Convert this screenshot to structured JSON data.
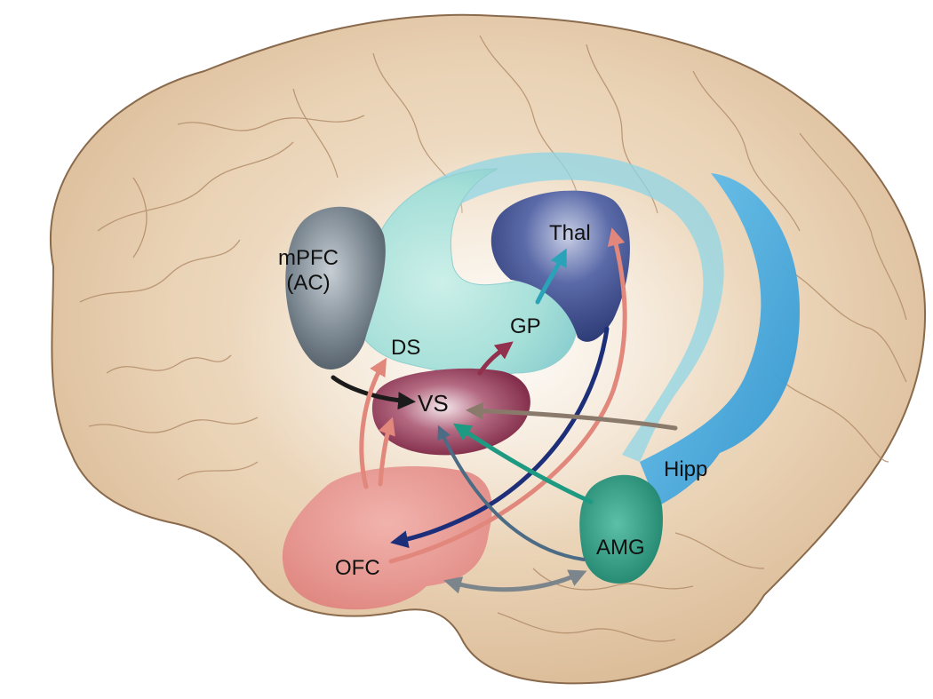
{
  "regions": [
    {
      "key": "mpfc",
      "lines": [
        "mPFC",
        "(AC)"
      ]
    },
    {
      "key": "ds",
      "label": "DS"
    },
    {
      "key": "gp",
      "label": "GP"
    },
    {
      "key": "thal",
      "label": "Thal"
    },
    {
      "key": "vs",
      "label": "VS"
    },
    {
      "key": "hipp",
      "label": "Hipp"
    },
    {
      "key": "amg",
      "label": "AMG"
    },
    {
      "key": "ofc",
      "label": "OFC"
    }
  ],
  "colors": {
    "brain": "#e9d2b5",
    "brain_edge": "#8a6a4c",
    "striatum": "#9fdcd7",
    "caudate_tail": "#7fcfe6",
    "thalamus": "#3d4f8e",
    "vs": "#8f3350",
    "mpfc": "#6f7b85",
    "hipp": "#3aa6dc",
    "amg": "#2c9c86",
    "ofc": "#e88f8c",
    "arrow_black": "#1b1b1b",
    "arrow_salmon": "#e2877c",
    "arrow_maroon": "#93304e",
    "arrow_teal": "#2aa3b8",
    "arrow_navy": "#1e2f7a",
    "arrow_green": "#1f9a82",
    "arrow_steel": "#4c6c86",
    "arrow_taupe": "#8a7a6c",
    "arrow_gray": "#7d858c"
  }
}
